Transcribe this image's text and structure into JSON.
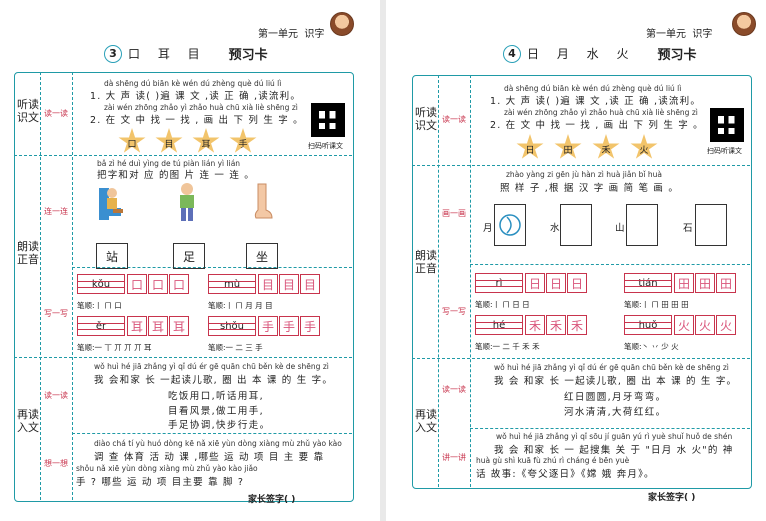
{
  "left": {
    "header": {
      "unit": "第一单元",
      "category": "识字"
    },
    "lesson": {
      "number": "3",
      "title": "口 耳 目",
      "card": "预习卡"
    },
    "sections": {
      "listen": "听读\n识文",
      "read": "朗读\n正音",
      "reread": "再读\n入文"
    },
    "subs": {
      "read_aloud": "读一读",
      "connect": "连一连",
      "write": "写一写",
      "read_more": "读一读",
      "think": "想一想"
    },
    "task1": {
      "py1": "dà shēng dú          biān kè wén  dú zhèng què  dú liú lì",
      "line1": "1. 大 声 读(     )遍 课 文 ,读 正  确 ,读流利。",
      "py2": "zài wén zhōng zhǎo yì zhǎo  huà chū xià liè shēng zì",
      "line2": "2. 在 文  中  找  一 找 , 画 出 下 列  生  字 。",
      "stars": [
        "口",
        "目",
        "耳",
        "手"
      ],
      "qr_caption": "扫码听课文"
    },
    "task2": {
      "py": "bǎ zì hé duì yìng de tú piàn lián yì lián",
      "line": "把字和对 应 的图 片  连 一 连 。",
      "chars": [
        "站",
        "足",
        "坐"
      ]
    },
    "task3": {
      "rows": [
        {
          "py": "kǒu",
          "chars": [
            "口",
            "口",
            "口"
          ],
          "stroke": "笔顺:丨 ㄇ 口"
        },
        {
          "py": "mù",
          "chars": [
            "目",
            "目",
            "目"
          ],
          "stroke": "笔顺:丨 ㄇ 月 月 目"
        },
        {
          "py": "ěr",
          "chars": [
            "耳",
            "耳",
            "耳"
          ],
          "stroke": "笔顺:一 丅 丌 丌 丌 耳"
        },
        {
          "py": "shǒu",
          "chars": [
            "手",
            "手",
            "手"
          ],
          "stroke": "笔顺:一 二 三 手"
        }
      ]
    },
    "task4": {
      "py": "wǒ huì hé jiā zhǎng yì qǐ dú ér gē   quān chū běn kè de shēng zì",
      "line": "我 会和家  长  一起读儿歌, 圈  出 本 课 的  生  字。",
      "poem": [
        "吃饭用口,听话用耳,",
        "目看风景,做工用手,",
        "手足协调,快步行走。"
      ]
    },
    "task5": {
      "py1": "diào chá tí yù huó dòng kē    nǎ xiē yùn dòng xiàng mù zhǔ yào kào",
      "line1": "调  查 体育 活  动  课 ,哪些 运  动   项  目 主 要  靠",
      "py2": "shǒu    nǎ xiē yùn dòng xiàng mù zhǔ yào kào jiǎo",
      "line2": "手 ? 哪些 运  动   项  目主要 靠 脚 ?"
    },
    "sign": "家长签字(                )"
  },
  "right": {
    "header": {
      "unit": "第一单元",
      "category": "识字"
    },
    "lesson": {
      "number": "4",
      "title": "日 月 水 火",
      "card": "预习卡"
    },
    "sections": {
      "listen": "听读\n识文",
      "read": "朗读\n正音",
      "reread": "再读\n入文"
    },
    "subs": {
      "read_aloud": "读一读",
      "draw": "画一画",
      "write": "写一写",
      "read_more": "读一读",
      "tell": "讲一讲"
    },
    "task1": {
      "py1": "dà shēng dú          biān kè wén  dú zhèng què  dú liú lì",
      "line1": "1. 大  声  读(      )遍 课 文 ,读  正   确 ,读流利。",
      "py2": "zài wén zhōng zhǎo yì zhǎo  huà chū xià liè shēng zì",
      "line2": "2. 在 文  中   找  一 找 , 画 出 下 列  生  字 。",
      "stars": [
        "日",
        "田",
        "禾",
        "火"
      ],
      "qr_caption": "扫码听课文"
    },
    "task2": {
      "py": "zhào yàng zi    gēn jù hàn zì huà jiǎn bǐ huà",
      "line": "照   样  子 ,根 据 汉 字 画  简 笔 画 。",
      "chars": [
        "月",
        "水",
        "山",
        "石"
      ]
    },
    "task3": {
      "rows": [
        {
          "py": "rì",
          "chars": [
            "日",
            "日",
            "日"
          ],
          "stroke": "笔顺:丨 ㄇ 日 日"
        },
        {
          "py": "tián",
          "chars": [
            "田",
            "田",
            "田"
          ],
          "stroke": "笔顺:丨 ㄇ 田 田 田"
        },
        {
          "py": "hé",
          "chars": [
            "禾",
            "禾",
            "禾"
          ],
          "stroke": "笔顺:一 二 千 禾 禾"
        },
        {
          "py": "huǒ",
          "chars": [
            "火",
            "火",
            "火"
          ],
          "stroke": "笔顺:丶 丷 少 火"
        }
      ]
    },
    "task4": {
      "py": "wǒ huì hé jiā zhǎng yì qǐ dú ér gē   quān chū běn kè de shēng zì",
      "line": "我 会 和家  长  一起读儿歌, 圈  出 本 课 的  生  字。",
      "poem": [
        "红日圆圆,月牙弯弯。",
        "河水清清,大荷红红。"
      ]
    },
    "task5": {
      "py1": "wǒ huì hé jiā zhǎng yì qǐ sōu jí guān yú    rì yuè shuǐ huǒ  de shén",
      "line1": "我 会 和家 长  一 起搜集 关 于 \"日月 水 火\"的 神",
      "py2": "huà gù shì   kuā fù zhú rì    cháng é bēn yuè",
      "line2": "话 故事:《夸父逐日》《嫦  娥 奔月》。"
    },
    "sign": "家长签字(                )"
  },
  "colors": {
    "frame": "#1f9aa6",
    "accent": "#c8344d",
    "star": "#f2c46b",
    "trace": "#d9547a"
  }
}
